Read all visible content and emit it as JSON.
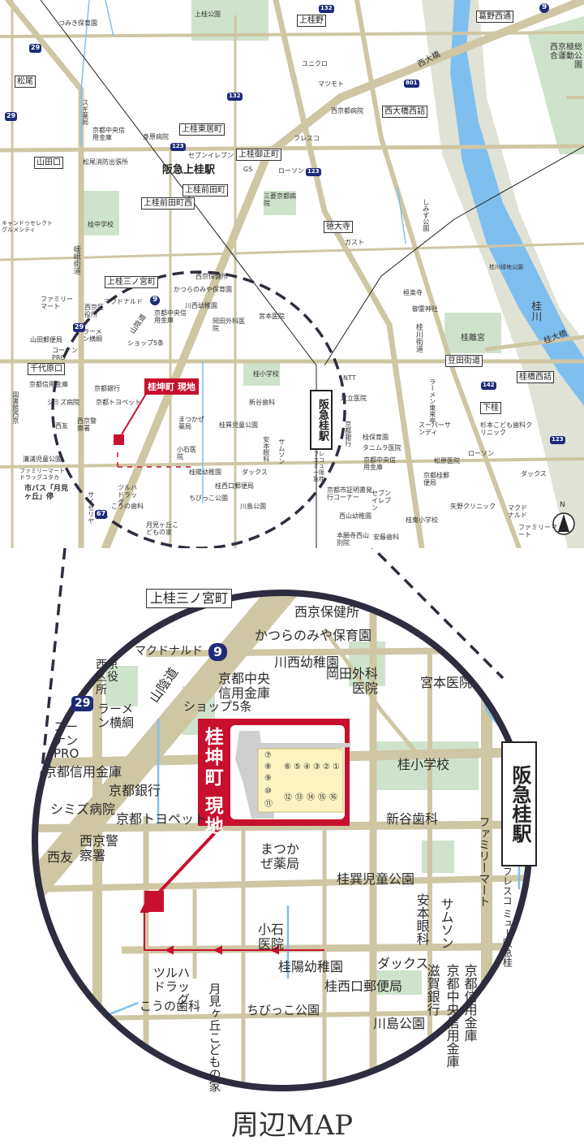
{
  "title": "周辺MAP",
  "colors": {
    "road": "#cfc6a4",
    "park": "#cfe3cc",
    "river": "#7fbfef",
    "riverbank": "#dfe2d5",
    "site": "#c8102e",
    "circle": "#2e2c3f",
    "route_badge": "#1d2b7a"
  },
  "overview_map": {
    "site_label": "桂坤町 現地",
    "stations": [
      {
        "name": "阪急上桂駅"
      },
      {
        "name": "阪急桂駅"
      }
    ],
    "intersections": [
      "上桂野",
      "葛野西通",
      "西大橋西詰",
      "上桂東居町",
      "上桂御正町",
      "上桂前田町",
      "上桂前田町西",
      "上桂三ノ宮町",
      "松尾",
      "山田口",
      "徳大寺",
      "千代原口",
      "豆田街道",
      "桂橋西詰",
      "下桂"
    ],
    "route_numbers": [
      "29",
      "29",
      "132",
      "132",
      "123",
      "123",
      "801",
      "9",
      "9",
      "29",
      "67",
      "142",
      "123"
    ],
    "roads": [
      "嵯峨街道",
      "山陰道",
      "桂川街道",
      "西大橋",
      "桂大橋",
      "阪急京都線"
    ],
    "water": [
      "桂川"
    ],
    "parks_facilities": [
      "上桂公園",
      "西京極総合運動公園",
      "桂中学校",
      "三菱京都病院",
      "しみず公園",
      "桂川緑地公園",
      "桂離宮",
      "極楽寺",
      "御霊神社",
      "桂小学校",
      "桂東小学校"
    ],
    "places": [
      "つみき保育園",
      "ユニクロ",
      "マツモト",
      "西京都病院",
      "フレスコ",
      "ローソン",
      "GS",
      "セブンイレブン",
      "スギ薬局",
      "京都中央信用金庫",
      "身原病院",
      "松尾消防出張所",
      "キャンドゥセレクト グルメシティ",
      "ガスト",
      "西京保健所",
      "かつらのみや保育園",
      "川西幼稚園",
      "マクドナルド",
      "西京区役所",
      "京都中央信用金庫",
      "岡田外科医院",
      "宮本医院",
      "ファミリーマート",
      "ラーメン横綱",
      "ショップ5条",
      "山田郵便局",
      "コーナンPRO",
      "京都信用金庫",
      "京都銀行",
      "図書館西京",
      "シミズ病院",
      "京都トヨペット",
      "西友",
      "西京警察署",
      "溝浦児童公園",
      "ファミリーマート ドラッグユタカ",
      "市バス「月見ヶ丘」停",
      "ツルハドラッグ",
      "こうの歯科",
      "サイゼリヤ",
      "新谷歯科",
      "まつかぜ薬局",
      "桂巽児童公園",
      "小石医院",
      "桂陽幼稚園",
      "桂西口郵便局",
      "ちびっこ公園",
      "川島公園",
      "月見ヶ丘こどもの家",
      "ダックス",
      "安本眼科",
      "サムソン",
      "NTT",
      "足立医院",
      "京都銀行",
      "桂保育園",
      "タニムラ医院",
      "京都中央信用金庫",
      "京都市証明書発行コーナー",
      "セブンイレブン",
      "西山幼稚園",
      "本願寺西山別院",
      "安藤歯科",
      "ラーメン東来亭",
      "スーパーサンディ",
      "松原医院",
      "京都桂郵便局",
      "杉本こども歯科クリニック",
      "ローソン",
      "ダックス",
      "矢野クリニック",
      "マクドナルド",
      "ファミリーマート",
      "フレスコ ミュー阪急桂"
    ],
    "north_label": "N"
  },
  "zoom_map": {
    "site_vertical_label": "桂坤町 現地",
    "station": "阪急桂駅",
    "station_sub": "フレスコ ミュー阪急桂",
    "intersection_label": "上桂三ノ宮町",
    "route_9": "9",
    "route_29": "29",
    "road_label": "山陰道",
    "labels": [
      {
        "t": "西京保健所"
      },
      {
        "t": "かつらのみや保育園"
      },
      {
        "t": "マクドナルド"
      },
      {
        "t": "川西幼稚園"
      },
      {
        "t": "西京区役所"
      },
      {
        "t": "京都中央信用金庫"
      },
      {
        "t": "宮本医院"
      },
      {
        "t": "岡田外科医院"
      },
      {
        "t": "ラーメン横綱"
      },
      {
        "t": "ショップ5条"
      },
      {
        "t": "コーナンPRO"
      },
      {
        "t": "京都信用金庫"
      },
      {
        "t": "京都銀行"
      },
      {
        "t": "桂小学校"
      },
      {
        "t": "シミズ病院"
      },
      {
        "t": "京都トヨペット"
      },
      {
        "t": "新谷歯科"
      },
      {
        "t": "西友"
      },
      {
        "t": "西京警察署"
      },
      {
        "t": "まつかぜ薬局"
      },
      {
        "t": "桂巽児童公園"
      },
      {
        "t": "ファミリーマート"
      },
      {
        "t": "安本眼科"
      },
      {
        "t": "サムソン"
      },
      {
        "t": "小石医院"
      },
      {
        "t": "桂陽幼稚園"
      },
      {
        "t": "ダックス"
      },
      {
        "t": "桂西口郵便局"
      },
      {
        "t": "滋賀銀行"
      },
      {
        "t": "京都中央信用金庫"
      },
      {
        "t": "京都信用金庫"
      },
      {
        "t": "ツルハドラッグ"
      },
      {
        "t": "こうの歯科"
      },
      {
        "t": "ちびっこ公園"
      },
      {
        "t": "月見ヶ丘こどもの家"
      },
      {
        "t": "川島公園"
      }
    ],
    "lots": [
      "⑦",
      "⑧",
      "⑨",
      "⑩",
      "⑪",
      "⑥",
      "⑤",
      "④",
      "③",
      "②",
      "①",
      "⑫",
      "⑬",
      "⑭",
      "⑮",
      "⑯"
    ]
  }
}
